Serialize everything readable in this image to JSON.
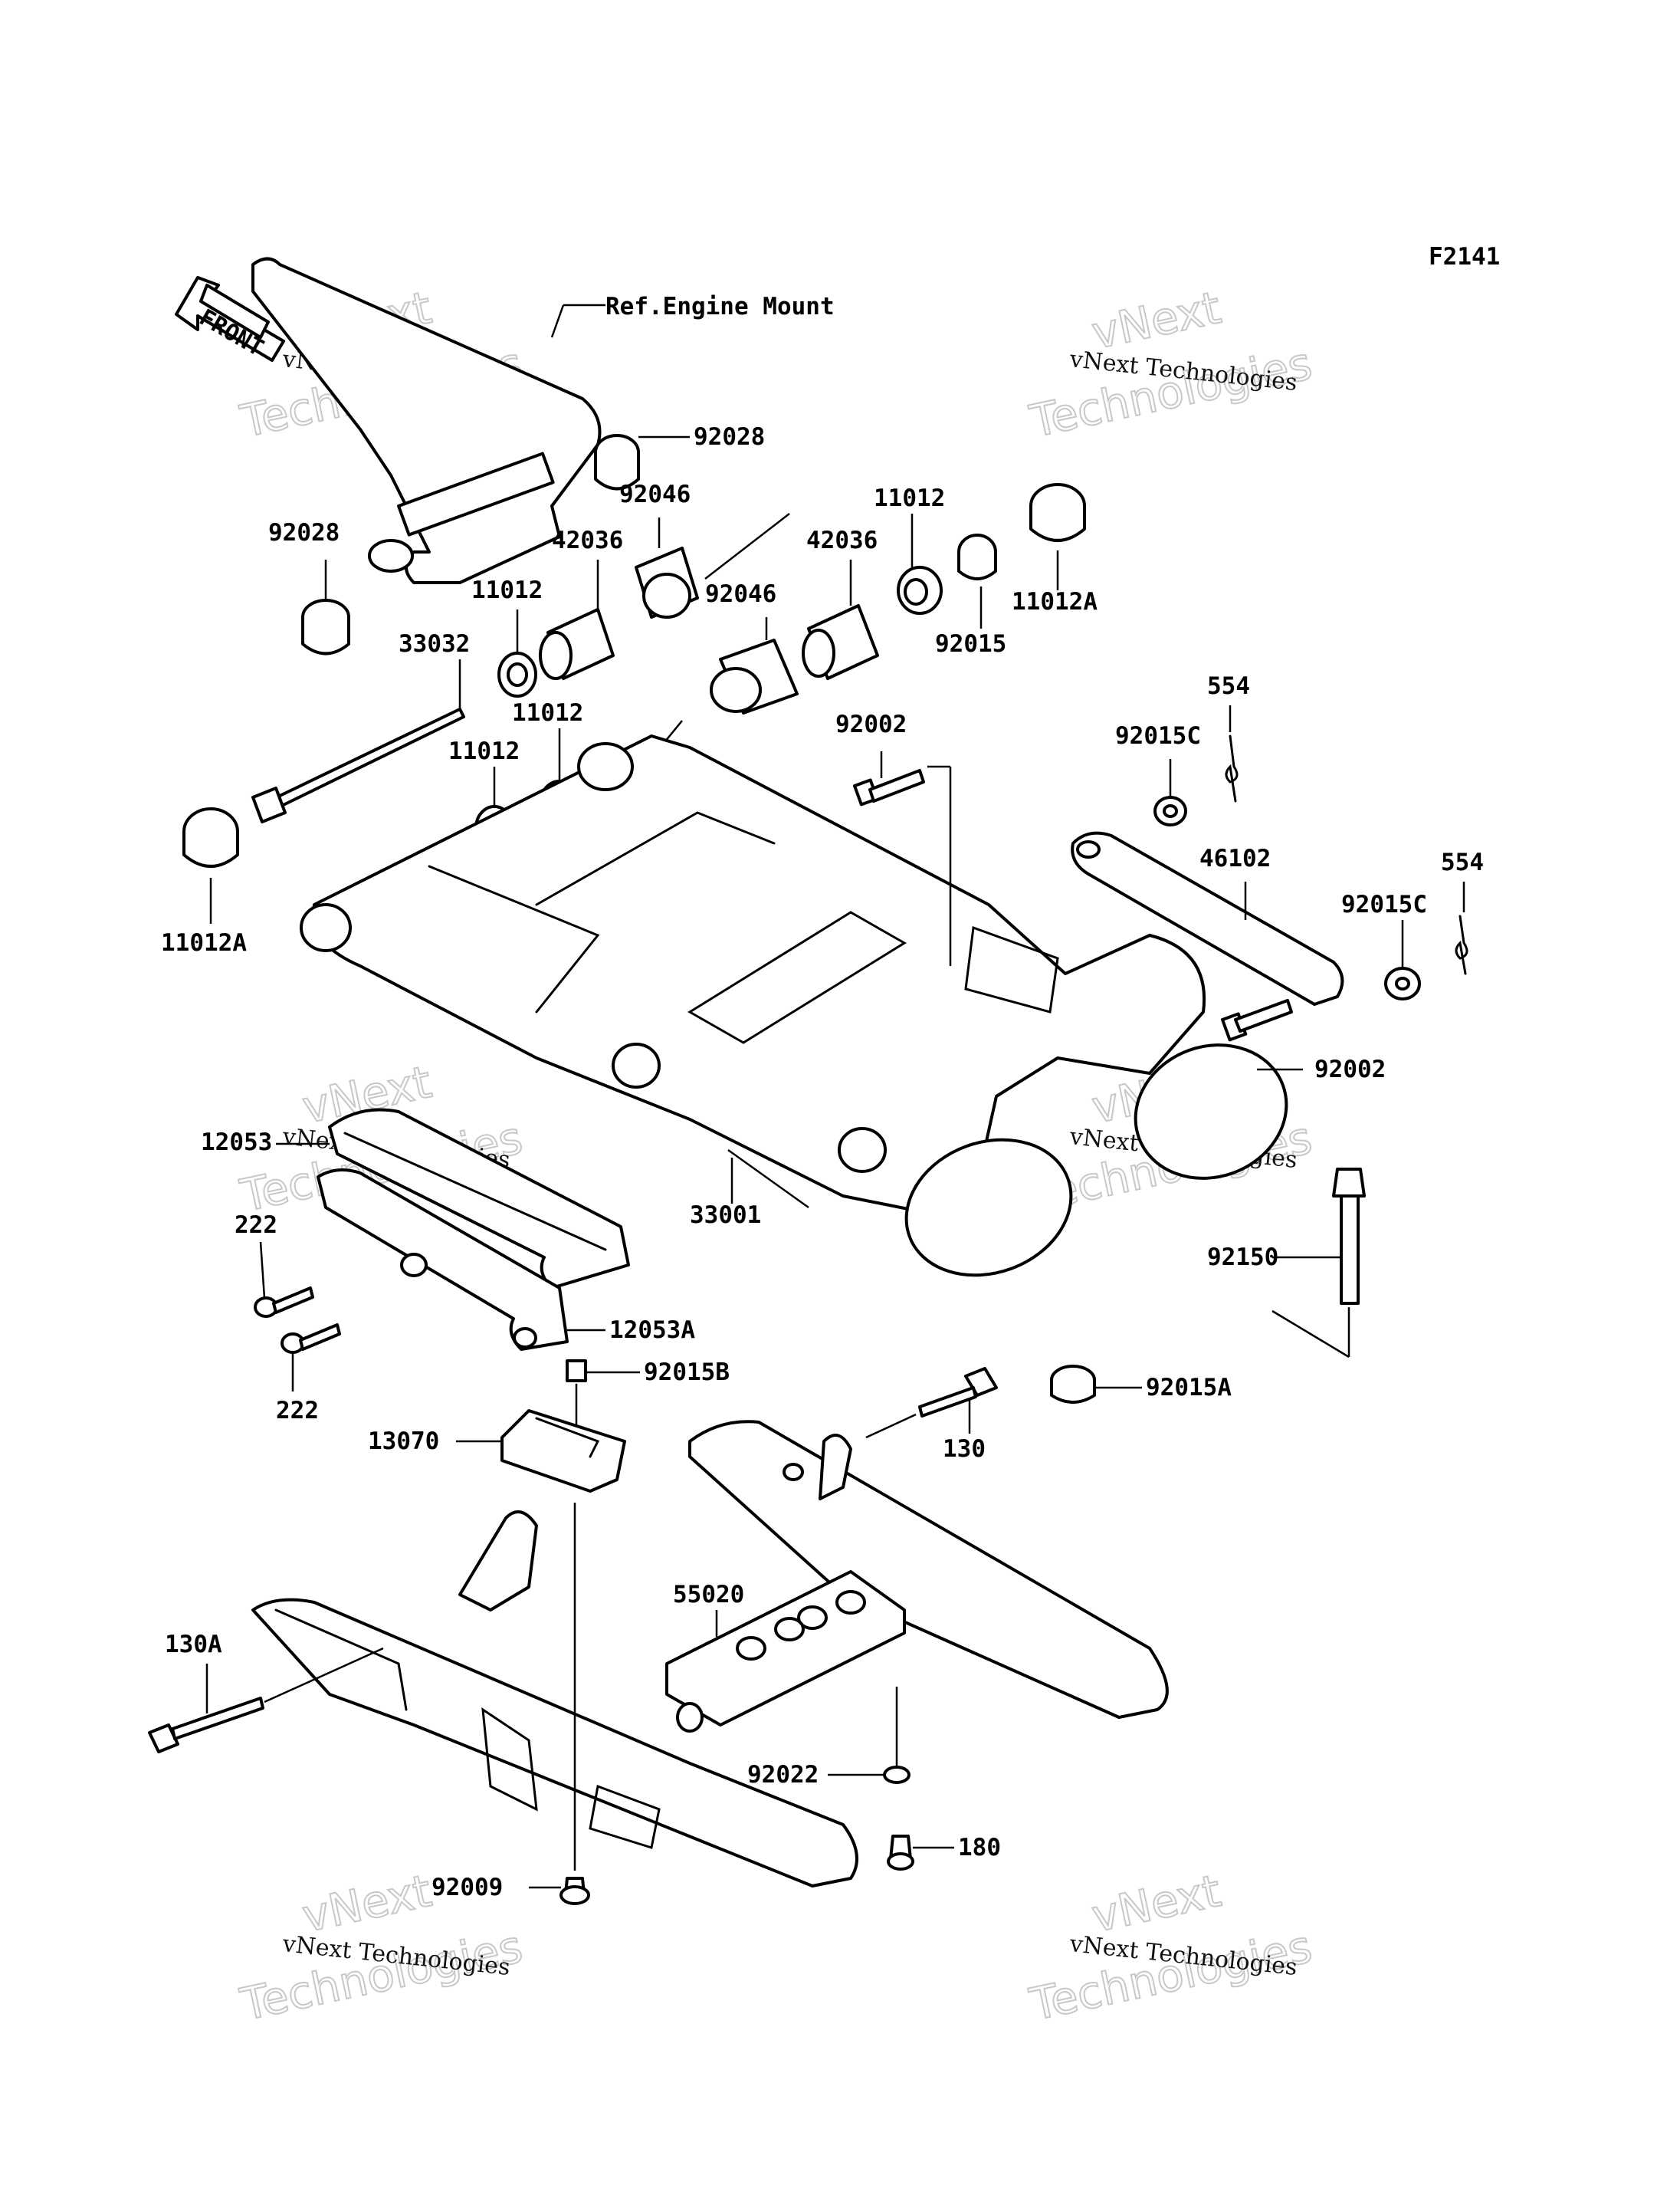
{
  "figure_code": "F2141",
  "front_arrow": "FRONT",
  "ref_note": "Ref.Engine Mount",
  "watermark": {
    "line1": "vNext Technologies",
    "line2": "vNext",
    "line3": "Technologies"
  },
  "parts": {
    "p92028_top": "92028",
    "p92028_left": "92028",
    "p92046_top": "92046",
    "p92046_mid": "92046",
    "p42036_left": "42036",
    "p42036_right": "42036",
    "p11012_top": "11012",
    "p11012_a": "11012",
    "p11012_b": "11012",
    "p11012_c": "11012",
    "p11012A_right": "11012A",
    "p11012A_left": "11012A",
    "p92015": "92015",
    "p33032": "33032",
    "p92002_top": "92002",
    "p92002_right": "92002",
    "p554_top": "554",
    "p554_right": "554",
    "p92015C_top": "92015C",
    "p92015C_right": "92015C",
    "p46102": "46102",
    "p12053": "12053",
    "p12053A": "12053A",
    "p222_top": "222",
    "p222_bottom": "222",
    "p33001": "33001",
    "p92150": "92150",
    "p92015A": "92015A",
    "p92015B": "92015B",
    "p13070": "13070",
    "p130": "130",
    "p130A": "130A",
    "p55020": "55020",
    "p92022": "92022",
    "p180": "180",
    "p92009": "92009"
  }
}
